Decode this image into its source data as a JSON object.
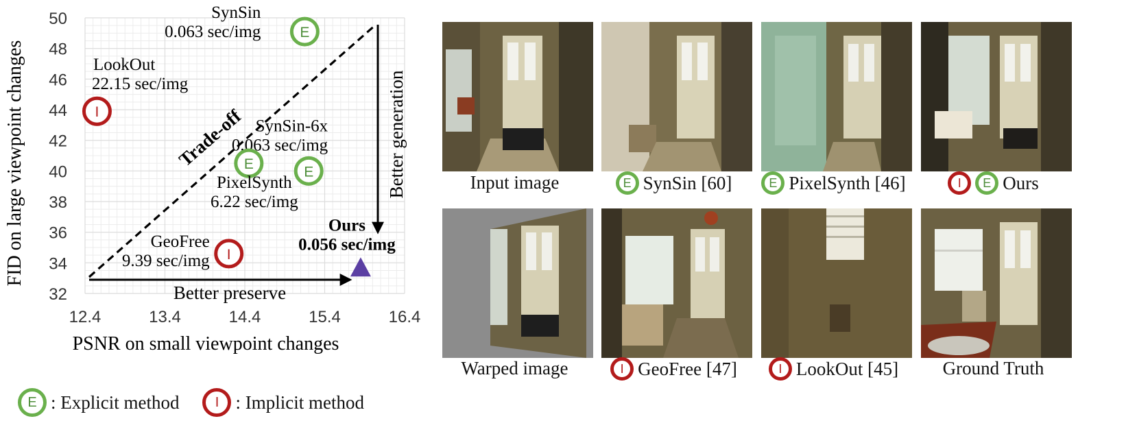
{
  "chart_data": {
    "type": "scatter",
    "xlabel": "PSNR on small viewpoint changes",
    "ylabel": "FID on large viewpoint changes",
    "xlim": [
      12.4,
      16.4
    ],
    "ylim": [
      32,
      50
    ],
    "x_ticks": [
      "12.4",
      "13.4",
      "14.4",
      "15.4",
      "16.4"
    ],
    "y_ticks": [
      "32",
      "34",
      "36",
      "38",
      "40",
      "42",
      "44",
      "46",
      "48",
      "50"
    ],
    "grid": true,
    "points": [
      {
        "name": "LookOut",
        "speed": "22.15 sec/img",
        "x": 12.55,
        "y": 43.9,
        "kind": "implicit",
        "marker": "I"
      },
      {
        "name": "SynSin",
        "speed": "0.063 sec/img",
        "x": 15.15,
        "y": 49.1,
        "kind": "explicit",
        "marker": "E"
      },
      {
        "name": "SynSin-6x",
        "speed": "0.063 sec/img",
        "x": 15.2,
        "y": 40.0,
        "kind": "explicit",
        "marker": "E"
      },
      {
        "name": "PixelSynth",
        "speed": "6.22 sec/img",
        "x": 14.45,
        "y": 40.5,
        "kind": "explicit",
        "marker": "E"
      },
      {
        "name": "GeoFree",
        "speed": "9.39 sec/img",
        "x": 14.2,
        "y": 34.6,
        "kind": "implicit",
        "marker": "I"
      },
      {
        "name": "Ours",
        "speed": "0.056 sec/img",
        "x": 15.85,
        "y": 33.6,
        "kind": "ours",
        "marker": "triangle"
      }
    ],
    "annotations": {
      "tradeoff": "Trade-off",
      "better_generation": "Better generation",
      "better_preserve": "Better preserve"
    }
  },
  "colors": {
    "explicit": "#6ab04c",
    "implicit": "#b31b1b",
    "ours": "#5b3fa3",
    "grid": "#dcdcdc"
  },
  "legend": {
    "explicit_marker": "E",
    "explicit_label": ": Explicit method",
    "implicit_marker": "I",
    "implicit_label": ": Implicit method"
  },
  "gallery": {
    "row1": [
      {
        "caption": "Input image",
        "badges": []
      },
      {
        "caption": "SynSin [60]",
        "badges": [
          "E"
        ]
      },
      {
        "caption": "PixelSynth [46]",
        "badges": [
          "E"
        ]
      },
      {
        "caption": "Ours",
        "badges": [
          "I",
          "E"
        ]
      }
    ],
    "row2": [
      {
        "caption": "Warped image",
        "badges": []
      },
      {
        "caption": "GeoFree [47]",
        "badges": [
          "I"
        ]
      },
      {
        "caption": "LookOut [45]",
        "badges": [
          "I"
        ]
      },
      {
        "caption": "Ground Truth",
        "badges": []
      }
    ]
  }
}
